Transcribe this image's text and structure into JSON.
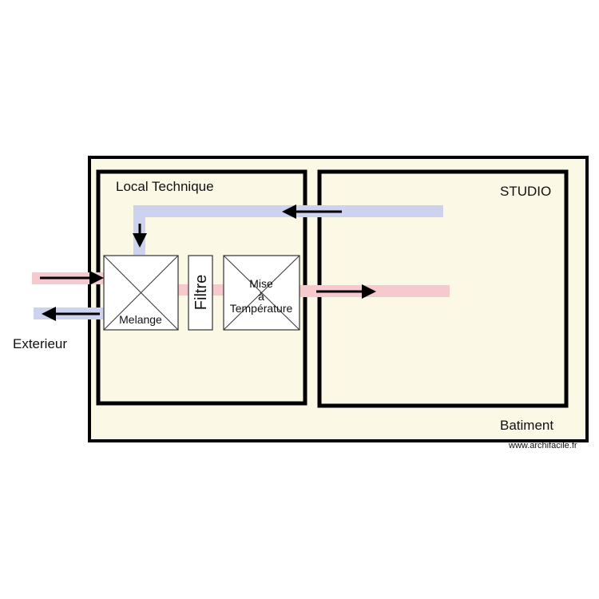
{
  "diagram": {
    "labels": {
      "local_technique": "Local Technique",
      "studio": "STUDIO",
      "exterieur": "Exterieur",
      "batiment": "Batiment",
      "melange": "Melange",
      "filtre": "Filtre",
      "mise_line1": "Mise",
      "mise_line2": "à",
      "mise_line3": "Température",
      "watermark": "www.archifacile.fr"
    },
    "colors": {
      "building_fill": "#fcf8e6",
      "wall": "#000000",
      "supply_duct": "#f6c9ce",
      "return_duct": "#cdd3ee",
      "arrow": "#000000"
    }
  }
}
